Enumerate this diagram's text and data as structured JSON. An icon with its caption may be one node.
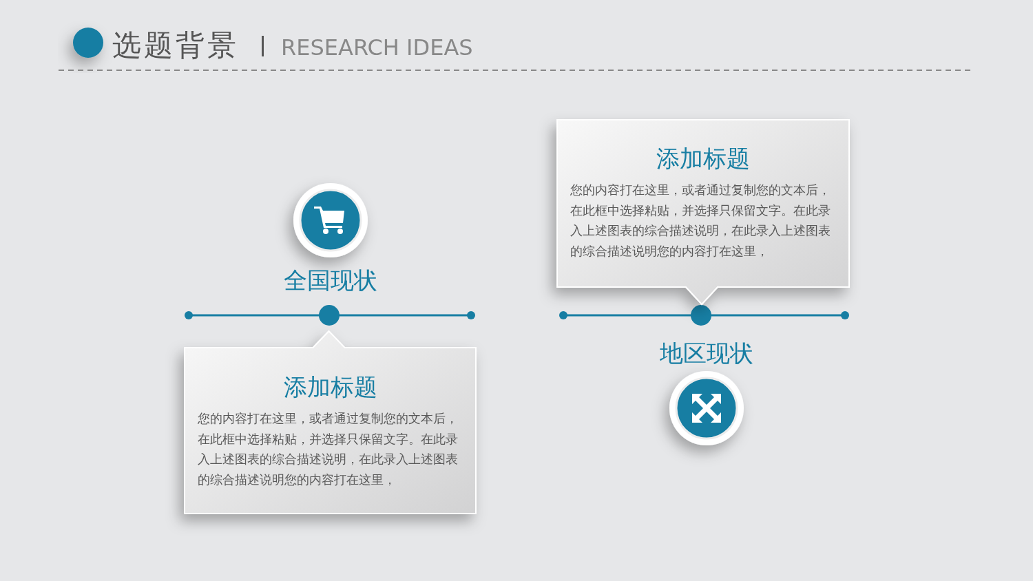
{
  "diagram": {
    "title": "选题背景",
    "nodes": [
      {
        "text": [
          "添加标题",
          "您的内容打在这里，或者通过复制您的文本后，在此框中选择粘贴，并选择只保留文字。在此录入上述图表的综合描述说明，在此录入上述图表的综合描述说明您的内容打在这里，"
        ]
      },
      {
        "text": [
          "添加标题",
          "您的内容打在这里，或者通过复制您的文本后，在此框中选择粘贴，并选择只保留文字。在此录入上述图表的综合描述说明，在此录入上述图表的综合描述说明您的内容打在这里，"
        ]
      }
    ],
    "labels": [
      "RESEARCH IDEAS",
      "全国现状",
      "地区现状"
    ]
  }
}
